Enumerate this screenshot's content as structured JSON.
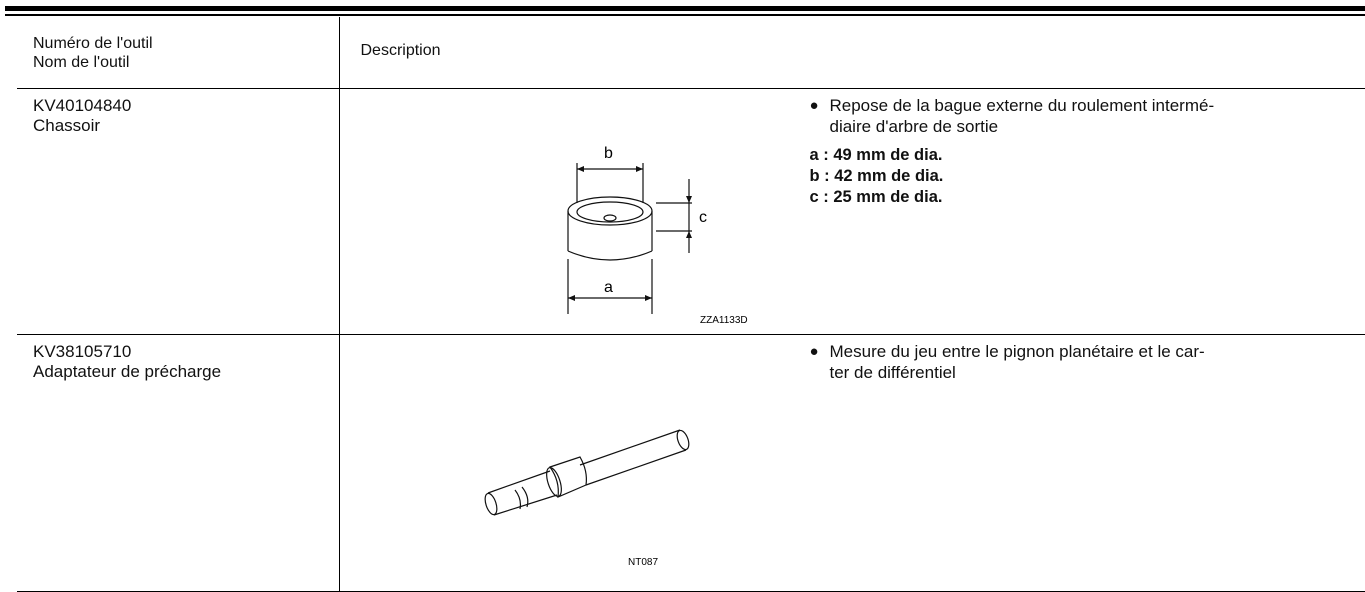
{
  "header": {
    "name_col_line1": "Numéro de l'outil",
    "name_col_line2": "Nom de l'outil",
    "desc_col": "Description"
  },
  "tools": [
    {
      "number": "KV40104840",
      "name": "Chassoir",
      "bullet_line1": "Repose de la bague externe du roulement intermé-",
      "bullet_line2": "diaire d'arbre de sortie",
      "specs": [
        "a : 49 mm de dia.",
        "b : 42 mm de dia.",
        "c : 25 mm de dia."
      ],
      "figure_code": "ZZA1133D",
      "dim_labels": {
        "a": "a",
        "b": "b",
        "c": "c"
      }
    },
    {
      "number": "KV38105710",
      "name": "Adaptateur de précharge",
      "bullet_line1": "Mesure du jeu entre le pignon planétaire et le car-",
      "bullet_line2": "ter de différentiel",
      "figure_code": "NT087"
    }
  ],
  "bullet_icon": "filled-circle-bullet"
}
